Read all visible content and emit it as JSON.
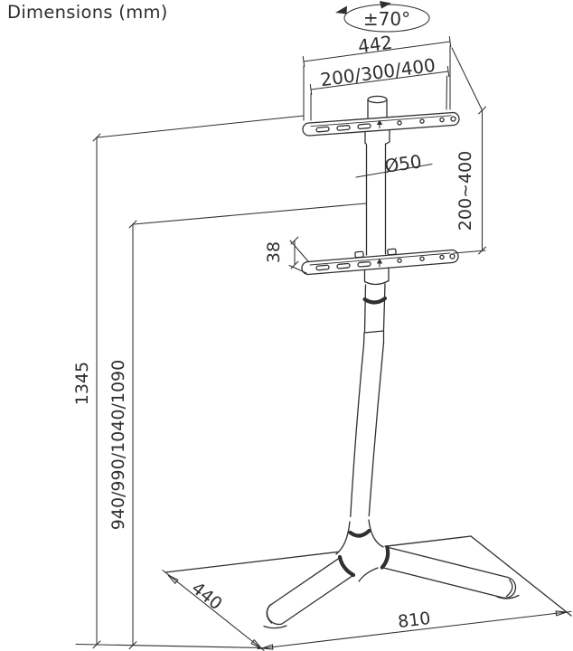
{
  "title": "Dimensions (mm)",
  "colors": {
    "ink": "#2f2f2f",
    "background": "#ffffff"
  },
  "drawing": {
    "labels": {
      "swivel_angle": "±70°",
      "top_width": "442",
      "vesa_width": "200/300/400",
      "pole_diameter": "Ø50",
      "vesa_height_range": "200~400",
      "bracket_height": "38",
      "total_height": "1345",
      "screen_center_heights": "940/990/1040/1090",
      "base_depth": "440",
      "base_width": "810"
    }
  }
}
